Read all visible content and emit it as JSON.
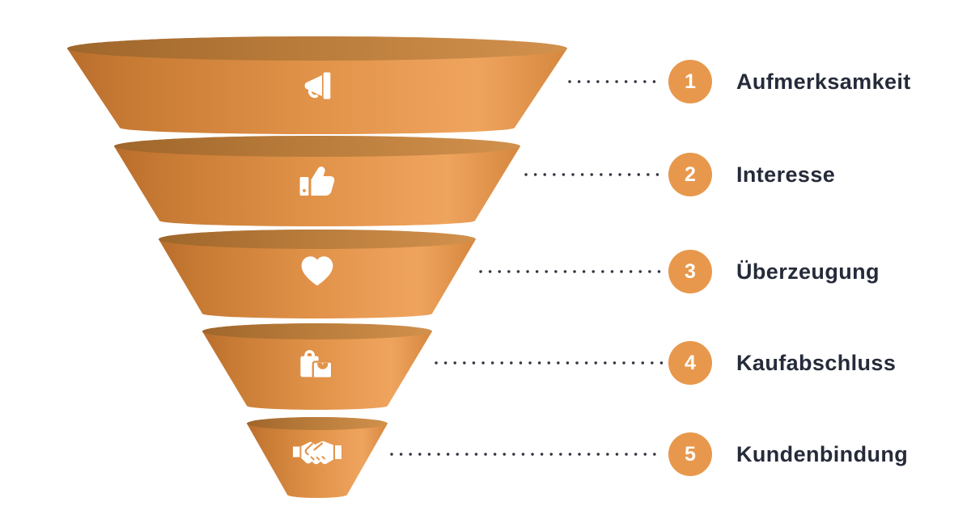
{
  "colors": {
    "background": "#ffffff",
    "accent": "#e8984c",
    "text": "#262b3a",
    "number": "#ffffff",
    "dot": "#31353f",
    "icon": "#ffffff",
    "icon_cut": "#e2944a",
    "funnel_body_stops": [
      "#b96d2c",
      "#c77a33",
      "#e2934a",
      "#efa45e",
      "#d6873e"
    ],
    "funnel_top_stops": [
      "#9f662b",
      "#b87b3a",
      "#d2914d"
    ]
  },
  "stages": [
    {
      "number": "1",
      "label": "Aufmerksamkeit",
      "icon": "megaphone-icon"
    },
    {
      "number": "2",
      "label": "Interesse",
      "icon": "thumbs-up-icon"
    },
    {
      "number": "3",
      "label": "Überzeugung",
      "icon": "heart-icon"
    },
    {
      "number": "4",
      "label": "Kaufabschluss",
      "icon": "shopping-bag-icon"
    },
    {
      "number": "5",
      "label": "Kundenbindung",
      "icon": "handshake-icon"
    }
  ]
}
